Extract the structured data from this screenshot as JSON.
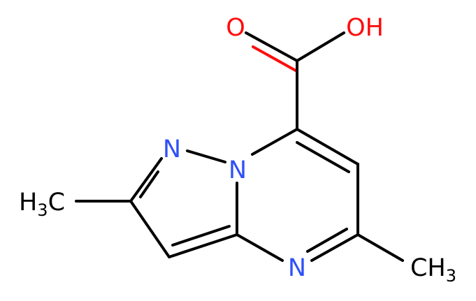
{
  "colors": {
    "bond": "#000000",
    "oxygen": "#ff0d0d",
    "nitrogen": "#3050f8",
    "carbon_label": "#000000",
    "background": "#ffffff"
  },
  "molecule": {
    "atoms": {
      "o_carbonyl": {
        "text": "O",
        "element": "O"
      },
      "o_hydroxyl": {
        "text": "OH",
        "element": "O"
      },
      "n_pyrazole": {
        "text": "N",
        "element": "N"
      },
      "n_bridge": {
        "text": "N",
        "element": "N"
      },
      "n_pyrimidine": {
        "text": "N",
        "element": "N"
      },
      "methyl_left": {
        "main": "H",
        "sub": "3",
        "tail": "C",
        "element": "C"
      },
      "methyl_right": {
        "main": "CH",
        "sub": "3",
        "element": "C"
      }
    }
  }
}
